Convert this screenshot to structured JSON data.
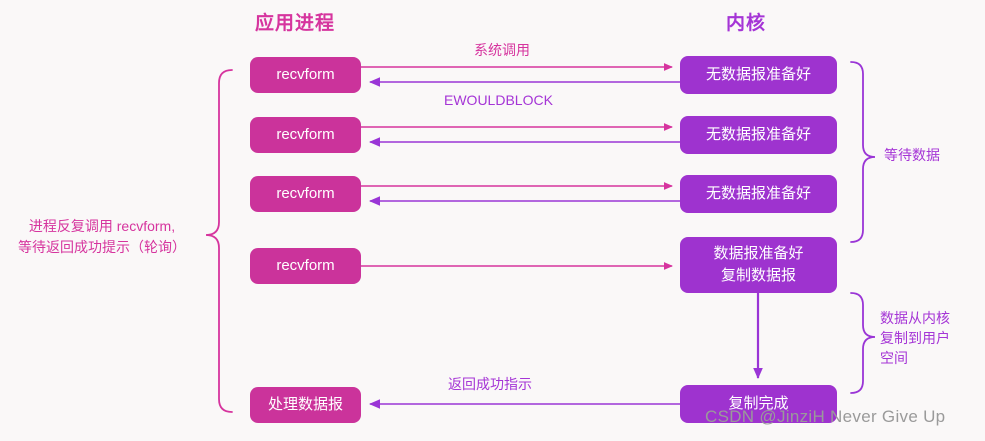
{
  "columns": {
    "app_title": "应用进程",
    "kernel_title": "内核"
  },
  "colors": {
    "app_pink": "#cb339b",
    "kernel_purple": "#9e33cf",
    "background": "#faf8f8",
    "watermark_gray": "#9a9a9a"
  },
  "app_nodes": [
    {
      "label": "recvform"
    },
    {
      "label": "recvform"
    },
    {
      "label": "recvform"
    },
    {
      "label": "recvform"
    },
    {
      "label": "处理数据报"
    }
  ],
  "kernel_nodes": [
    {
      "label": "无数据报准备好"
    },
    {
      "label": "无数据报准备好"
    },
    {
      "label": "无数据报准备好"
    },
    {
      "line1": "数据报准备好",
      "line2": "复制数据报"
    },
    {
      "label": "复制完成"
    }
  ],
  "edge_labels": {
    "syscall": "系统调用",
    "ewouldblock": "EWOULDBLOCK",
    "return_success": "返回成功指示"
  },
  "annotations": {
    "left_line1": "进程反复调用 recvform,",
    "left_line2": "等待返回成功提示（轮询）",
    "right_wait": "等待数据",
    "right_copy_line1": "数据从内核",
    "right_copy_line2": "复制到用户",
    "right_copy_line3": "空间"
  },
  "watermark": "CSDN @JinziH Never Give Up"
}
